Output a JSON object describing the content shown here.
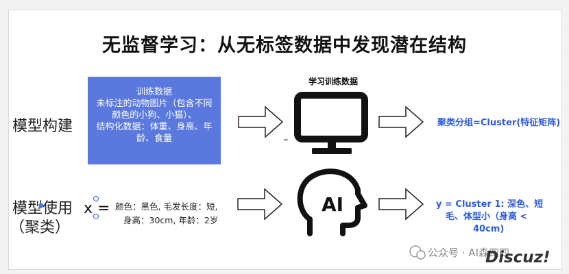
{
  "title": "无监督学习：从无标签数据中发现潜在结构",
  "row1": {
    "label": "模型构建",
    "box_lines": [
      "训练数据",
      "未标注的动物图片（包含不同",
      "颜色的小狗、小猫）、",
      "结构化数据：体重、身高、年",
      "龄、食量"
    ],
    "caption": "学习训练数据",
    "output": "聚类分组=Cluster(特征矩阵)"
  },
  "row2": {
    "label_line1": "模型使用",
    "label_line2": "（聚类）",
    "x_label": "x =",
    "feature_line1": "颜色：黑色, 毛发长度：短,",
    "feature_line2": "身高：30cm, 年龄：2岁",
    "ai_text": "AI",
    "output_line1": "y = Cluster 1: 深色、短",
    "output_line2": "毛、体型小（身高 <",
    "output_line3": "40cm)"
  },
  "stray_mark": "=",
  "watermark": "公众号 · AI森四四",
  "logo": "Discuz!",
  "colors": {
    "box": "#5a78dd",
    "output_text": "#2e5be0",
    "icon": "#111111"
  }
}
